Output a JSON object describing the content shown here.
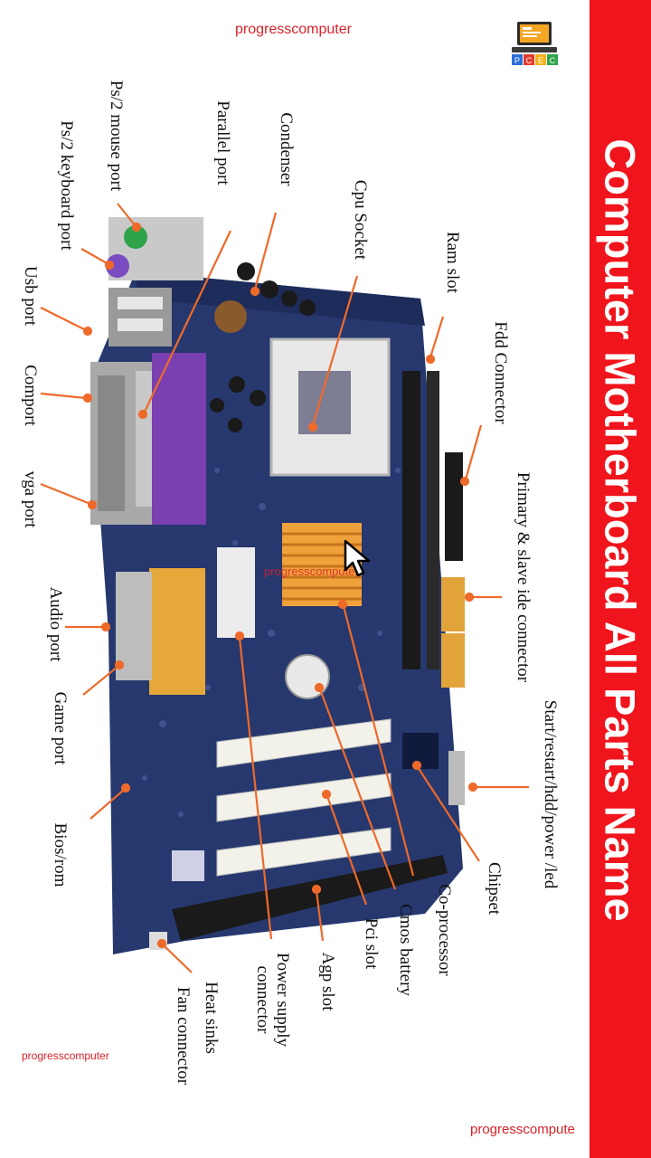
{
  "banner": {
    "title": "Computer Motherboard All Parts Name",
    "color": "#f0141c"
  },
  "watermark": {
    "top": "progresscomputer",
    "left": "progresscomputer",
    "bottom_right": "progresscompute",
    "middle": "progresscomputer"
  },
  "logo": {
    "letters": [
      "P",
      "C",
      "E",
      "C"
    ],
    "colors": [
      "#2a6fd6",
      "#e43a2e",
      "#f3b21b",
      "#2fa34a"
    ]
  },
  "labels": {
    "ps2_mouse": "Ps/2 mouse port",
    "ps2_keyboard": "Ps/2 keyboard port",
    "parallel": "Parallel port",
    "condenser": "Condenser",
    "cpu_socket": "Cpu Socket",
    "ram_slot": "Ram slot",
    "fdd": "Fdd Connector",
    "ide": "Primary & slave ide connector",
    "usb": "Usb port",
    "comport": "Comport",
    "vga": "vga port",
    "audio": "Audio port",
    "game": "Game port",
    "bios": "Bios/rom",
    "front_panel": "Start/restart/hdd/power /led",
    "chipset": "Chipset",
    "coprocessor": "Co-processor",
    "cmos": "Cmos battery",
    "pci": "Pci slot",
    "agp": "Agp slot",
    "power_line1": "Power supply",
    "power_line2": "connector",
    "heat_sinks": "Heat sinks",
    "fan": "Fan connector"
  }
}
